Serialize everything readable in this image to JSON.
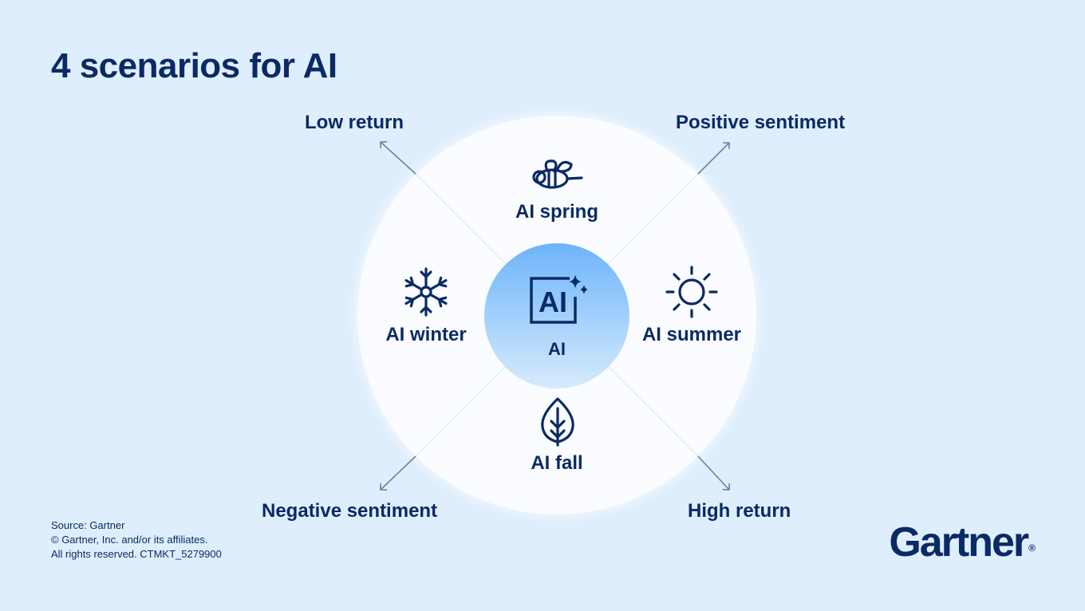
{
  "title": "4 scenarios for AI",
  "axes": {
    "top_left": "Low return",
    "top_right": "Positive sentiment",
    "bottom_left": "Negative sentiment",
    "bottom_right": "High return"
  },
  "segments": {
    "top": {
      "label": "AI spring",
      "icon": "bee-icon"
    },
    "left": {
      "label": "AI winter",
      "icon": "snowflake-icon"
    },
    "right": {
      "label": "AI summer",
      "icon": "sun-icon"
    },
    "bottom": {
      "label": "AI fall",
      "icon": "leaf-icon"
    }
  },
  "center": {
    "label": "AI",
    "icon_text": "AI",
    "icon": "ai-sparkle-icon"
  },
  "footer": {
    "source": "Source: Gartner",
    "copyright": "© Gartner, Inc. and/or its affiliates.",
    "rights": "All rights reserved. CTMKT_5279900"
  },
  "logo": {
    "text": "Gartner",
    "mark": "®"
  },
  "colors": {
    "background": "#dfeefc",
    "navy": "#0a2a66",
    "circle": "#fafcff",
    "center_top": "#6db4fb",
    "center_bottom": "#d6ebfc",
    "arrow": "#6f8094"
  }
}
